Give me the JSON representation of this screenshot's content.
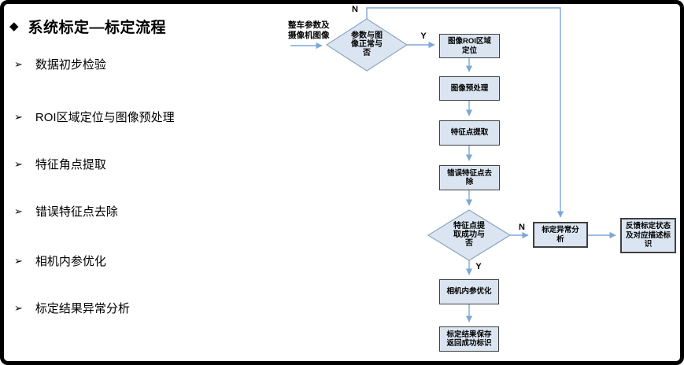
{
  "slide": {
    "title": {
      "bullet": "◆",
      "text": "系统标定—标定流程"
    },
    "bullets": {
      "glyph": "➢",
      "items": [
        "数据初步检验",
        "ROI区域定位与图像预处理",
        "特征角点提取",
        "错误特征点去除",
        "相机内参优化",
        "标定结果异常分析"
      ]
    }
  },
  "flowchart": {
    "start_label": "整车参数及摄像机图像",
    "decisions": {
      "input_check": "参数与图像正常与否",
      "extract_check": "特征点提取成功与否"
    },
    "steps": {
      "roi": "图像ROI区域定位",
      "preprocess": "图像预处理",
      "extract": "特征点提取",
      "remove_errors": "错误特征点去除",
      "optimize": "相机内参优化",
      "save_result": "标定结果保存返回成功标识",
      "anomaly": "标定异常分析",
      "feedback": "反馈标定状态及对应描述标识"
    },
    "branch_labels": {
      "yes": "Y",
      "no": "N"
    },
    "colors": {
      "node_fill": "#dbe5f1",
      "box_border": "#3f3f3f",
      "diamond_border": "#8ca6c0",
      "connector": "#7da7d8"
    }
  }
}
